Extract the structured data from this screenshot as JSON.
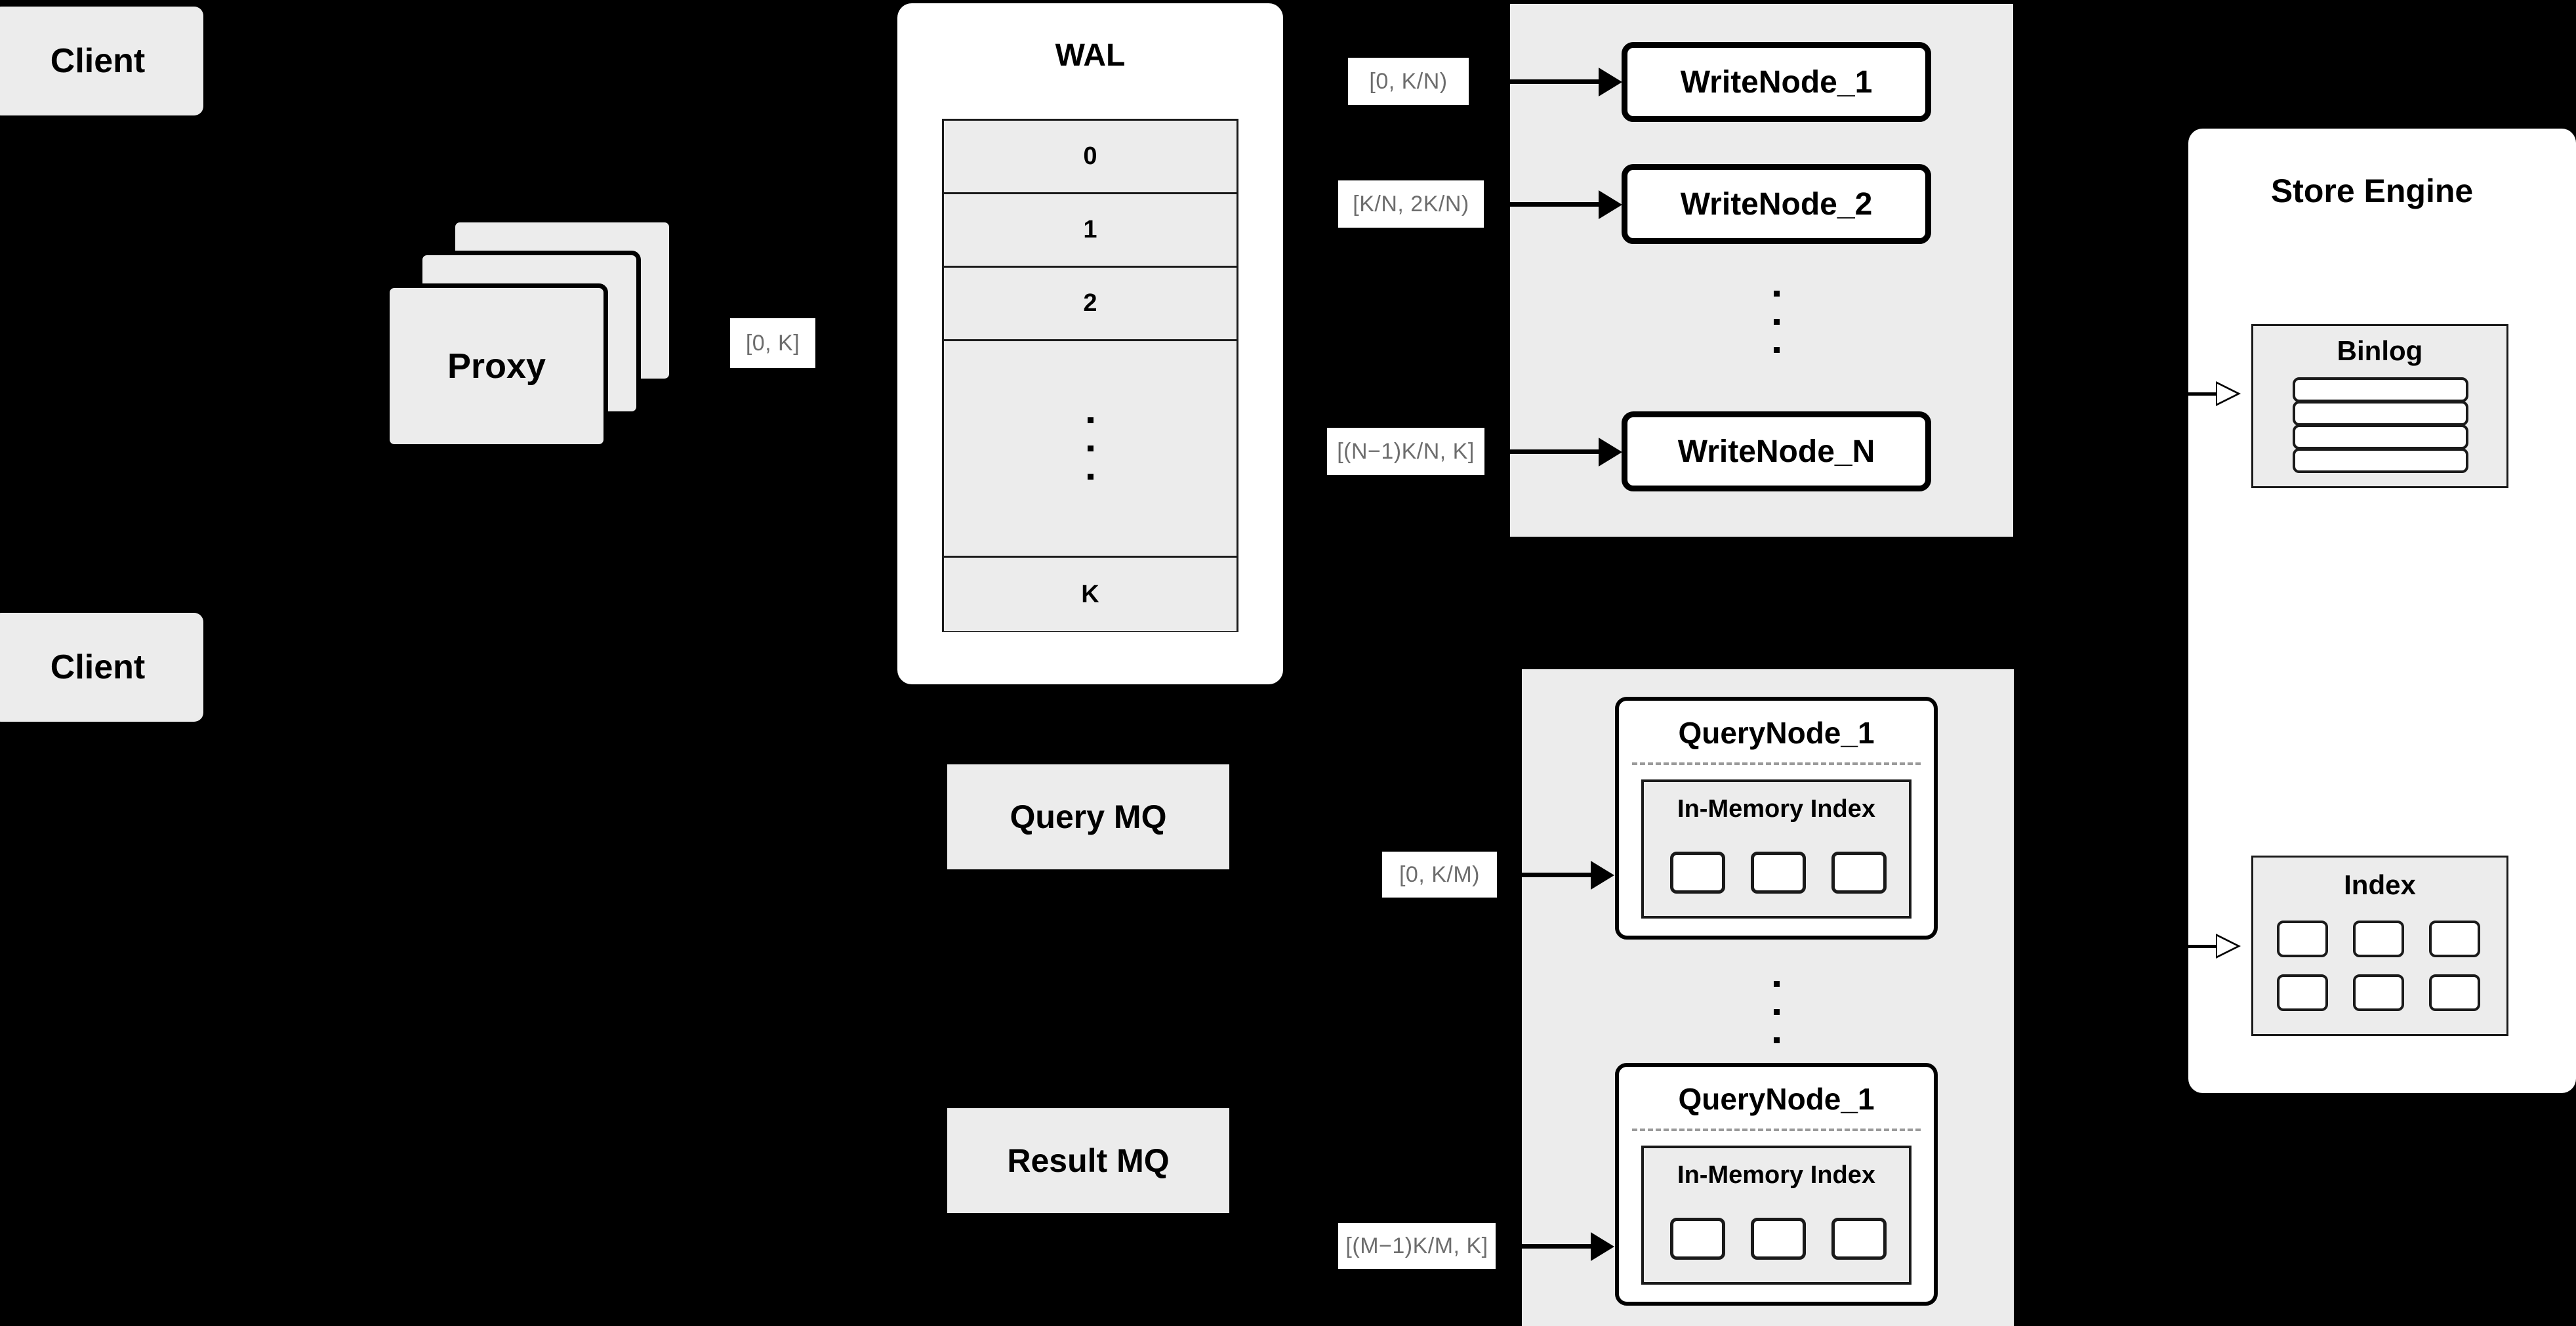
{
  "diagram": {
    "background_color": "#000000",
    "node_fill": "#ececec",
    "panel_fill": "#ffffff",
    "label_text_color": "#6d6d6d"
  },
  "clients": [
    {
      "label": "Client"
    },
    {
      "label": "Client"
    }
  ],
  "proxy": {
    "label": "Proxy",
    "stack_count": 3
  },
  "edge_labels": {
    "proxy_to_wal": "[0, K]",
    "write_node_1": "[0,  K/N)",
    "write_node_2": "[K/N, 2K/N)",
    "write_node_n": "[(N−1)K/N,  K]",
    "query_node_1": "[0, K/M)",
    "query_node_m": "[(M−1)K/M, K]"
  },
  "wal": {
    "title": "WAL",
    "rows": [
      "0",
      "1",
      "2",
      "",
      "K"
    ],
    "ellipsis_row_index": 3,
    "ellipsis_dots": 3
  },
  "write_cluster": {
    "nodes": [
      {
        "label": "WriteNode_1"
      },
      {
        "label": "WriteNode_2"
      },
      {
        "label": "WriteNode_N"
      }
    ],
    "ellipsis_dots": 3
  },
  "message_queues": [
    {
      "label": "Query MQ"
    },
    {
      "label": "Result MQ"
    }
  ],
  "query_cluster": {
    "nodes": [
      {
        "label": "QueryNode_1",
        "index": {
          "title": "In-Memory Index",
          "cells": 3
        }
      },
      {
        "label": "QueryNode_1",
        "index": {
          "title": "In-Memory Index",
          "cells": 3
        }
      }
    ],
    "ellipsis_dots": 3
  },
  "store_engine": {
    "title": "Store Engine",
    "binlog": {
      "title": "Binlog",
      "rows": 4
    },
    "index": {
      "title": "Index",
      "cells": 6,
      "columns": 3,
      "rows": 2
    }
  }
}
